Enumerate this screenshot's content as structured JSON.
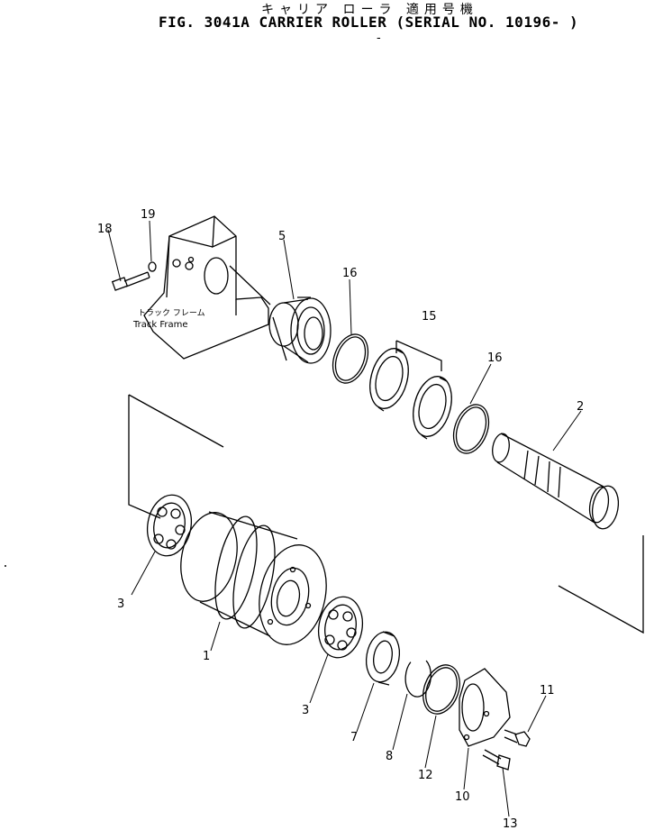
{
  "header": {
    "title_jp": "キャリア ローラ 適用号機",
    "title_en": "FIG. 3041A  CARRIER ROLLER (SERIAL NO. 10196- )",
    "serial_dash": "-"
  },
  "frame_label": {
    "jp": "トラック フレーム",
    "en": "Track Frame"
  },
  "callouts": {
    "c1": "1",
    "c2": "2",
    "c3a": "3",
    "c3b": "3",
    "c5": "5",
    "c7": "7",
    "c8": "8",
    "c10": "10",
    "c11": "11",
    "c12": "12",
    "c13": "13",
    "c15": "15",
    "c16a": "16",
    "c16b": "16",
    "c18": "18",
    "c19": "19"
  }
}
